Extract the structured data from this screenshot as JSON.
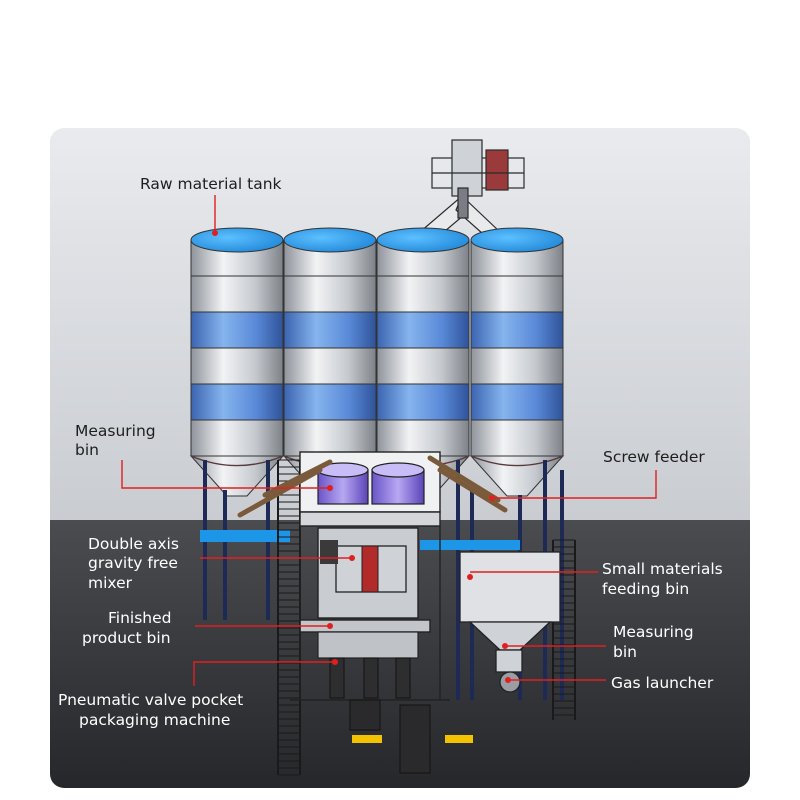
{
  "labels": {
    "raw_material_tank": "Raw material tank",
    "measuring_bin_top_1": "Measuring",
    "measuring_bin_top_2": "bin",
    "screw_feeder": "Screw feeder",
    "double_axis_1": "Double axis",
    "double_axis_2": "gravity free",
    "double_axis_3": "mixer",
    "small_materials_1": "Small materials",
    "small_materials_2": "feeding bin",
    "finished_product_1": "Finished",
    "finished_product_2": "product bin",
    "measuring_bin_low_1": "Measuring",
    "measuring_bin_low_2": "bin",
    "gas_launcher": "Gas launcher",
    "pneumatic_1": "Pneumatic valve pocket",
    "pneumatic_2": "packaging machine"
  },
  "colors": {
    "leader": "#e02020",
    "tank_top": "#2a9be8",
    "tank_band": "#4a86d8",
    "panel_light": "#dfe2e6",
    "panel_dark": "#3a3c40"
  }
}
